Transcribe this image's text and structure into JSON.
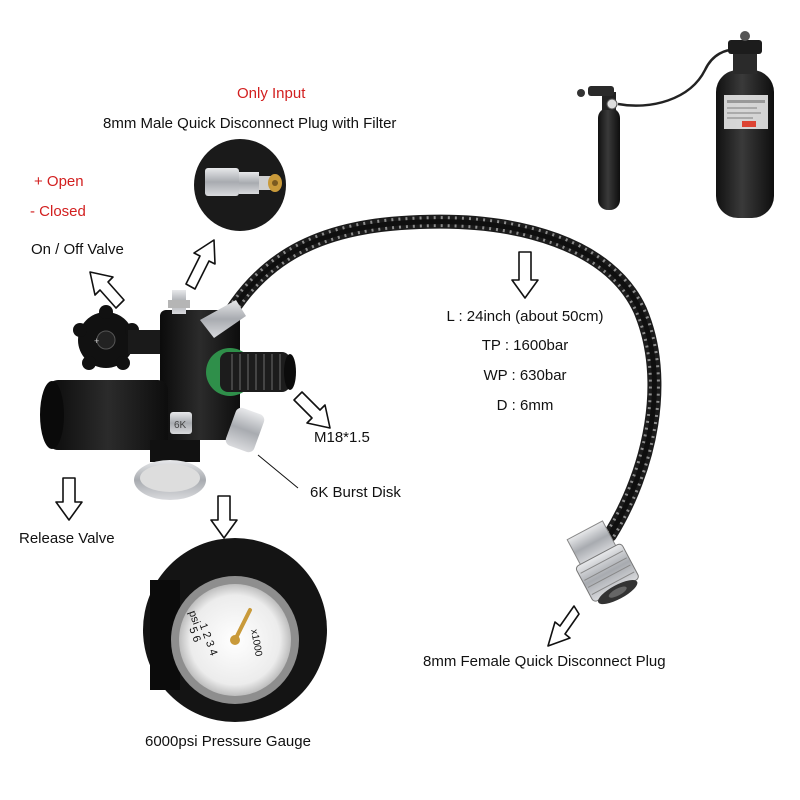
{
  "labels": {
    "only_input": "Only Input",
    "male_plug": "8mm Male Quick Disconnect Plug with Filter",
    "open": "+ Open",
    "closed": "- Closed",
    "on_off_valve": "On / Off Valve",
    "length": "L : 24inch (about 50cm)",
    "tp": "TP : 1600bar",
    "wp": "WP : 630bar",
    "diameter": "D : 6mm",
    "thread": "M18*1.5",
    "burst_disk": "6K Burst Disk",
    "release_valve": "Release Valve",
    "female_plug": "8mm Female Quick Disconnect Plug",
    "gauge": "6000psi Pressure Gauge"
  },
  "gauge_face": {
    "unit": "psi",
    "multiplier": "x1000",
    "ticks": [
      "1",
      "2",
      "3",
      "4",
      "5",
      "6"
    ]
  },
  "valve_marking": "6K",
  "colors": {
    "accent_red": "#d21f1f",
    "valve_body": "#151515",
    "hose": "#1b1b1b",
    "metal": "#b9bcc0",
    "oring": "#2f8f4a",
    "brass": "#c99a3a"
  }
}
